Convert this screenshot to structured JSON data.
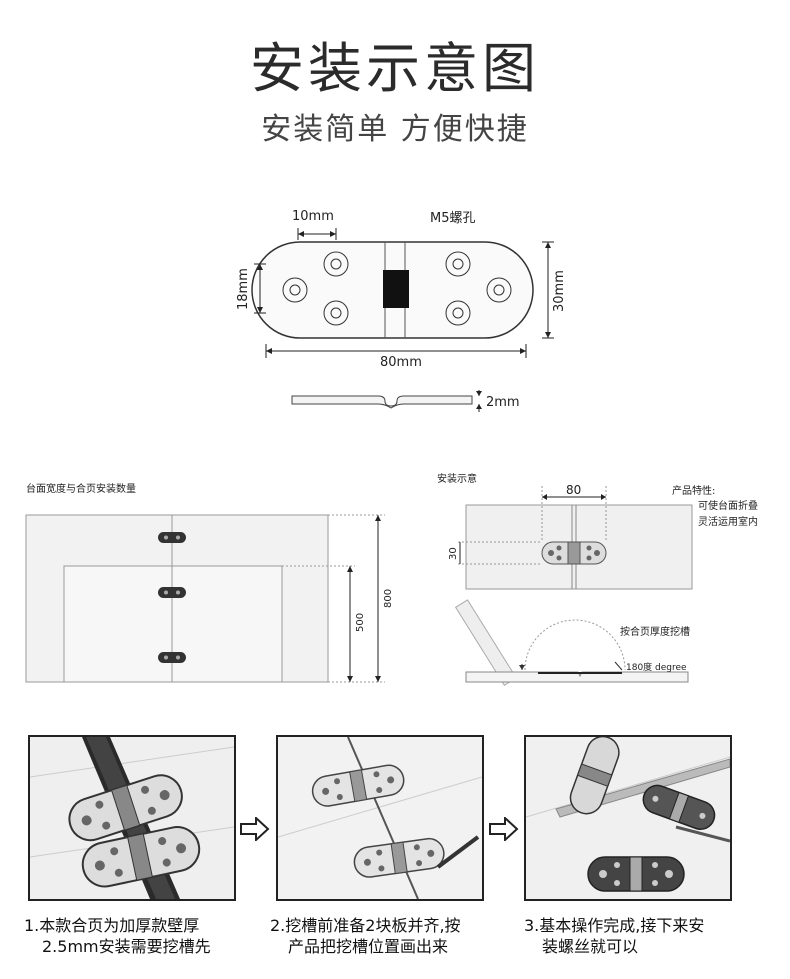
{
  "header": {
    "title": "安装示意图",
    "subtitle": "安装简单 方便快捷"
  },
  "dimension_drawing": {
    "label_10mm": "10mm",
    "label_m5": "M5螺孔",
    "label_18mm": "18mm",
    "label_30mm": "30mm",
    "label_80mm": "80mm",
    "label_2mm": "2mm"
  },
  "table_width": {
    "section_title": "台面宽度与合页安装数量",
    "label_800": "800",
    "label_500": "500"
  },
  "install_diagram": {
    "section_title": "安装示意",
    "label_80": "80",
    "label_30": "30",
    "features_title": "产品特性:",
    "features_line1": "可使台面折叠",
    "features_line2": "灵活运用室内",
    "groove_note": "按合页厚度挖槽",
    "degree_label": "180度 degree"
  },
  "steps": [
    {
      "line1": "1.本款合页为加厚款壁厚",
      "line2": "2.5mm安装需要挖槽先"
    },
    {
      "line1": "2.挖槽前准备2块板并齐,按",
      "line2": "产品把挖槽位置画出来"
    },
    {
      "line1": "3.基本操作完成,接下来安",
      "line2": "装螺丝就可以"
    }
  ]
}
